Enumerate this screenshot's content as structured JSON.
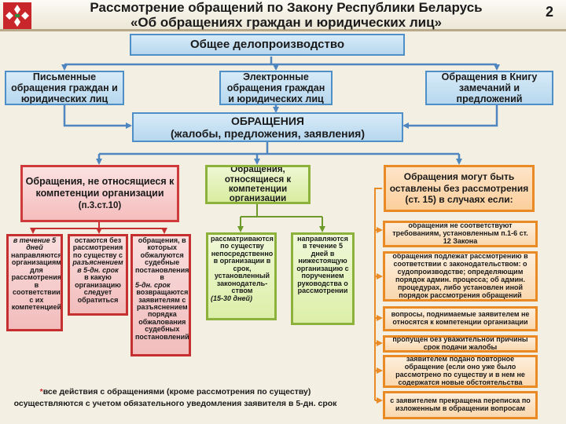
{
  "header": {
    "title_line1": "Рассмотрение обращений по Закону Республики Беларусь",
    "title_line2": "«Об обращениях граждан и юридических лиц»",
    "page_number": "2"
  },
  "top": {
    "general": "Общее делопроизводство",
    "written": "Письменные обращения граждан и юридических лиц",
    "electronic": "Электронные обращения граждан и юридических лиц",
    "book": "Обращения в Книгу замечаний и предложений",
    "appeals_title": "ОБРАЩЕНИЯ",
    "appeals_subtitle": "(жалобы, предложения, заявления)"
  },
  "red": {
    "head_text": "Обращения, не относящиеся к компетенции организации",
    "head_ref": "(п.3.ст.10)",
    "col1_a": "в течение 5 дней",
    "col1_b": "направляются организациям для рассмотрения в соответствии с их компетенцией",
    "col2_a": "остаются без рассмотрения по существу с",
    "col2_b": "разъяснением в 5-дн. срок",
    "col2_c": "в какую организацию следует обратиться",
    "col3_a": "обращения, в которых обжалуются судебные постановления в",
    "col3_b": "5-дн. срок",
    "col3_c": "возвращаются заявителям с разъяснением порядка обжалования судебных постановлений"
  },
  "green": {
    "head_text": "Обращения, относящиеся к компетенции организации",
    "col1_a": "рассматриваются по существу непосредственно в организации в срок, установленный законодатель-ством",
    "col1_b": "(15-30 дней)",
    "col2": "направляются в течение 5 дней в нижестоящую организацию с поручением руководства о рассмотрении"
  },
  "orange": {
    "head_text": "Обращения могут быть оставлены без рассмотрения (ст. 15) в случаях если:",
    "items": [
      "обращения не соответствуют требованиям, установленным п.1-6 ст. 12 Закона",
      "обращения подлежат рассмотрению в соответствии с законодательством: о судопроизводстве; определяющим порядок админ. процесса; об админ. процедурах, либо установлен иной порядок рассмотрения обращений",
      "вопросы, поднимаемые заявителем не относятся к компетенции организации",
      "пропущен без уважительной причины срок подачи жалобы",
      "заявителем подано повторное обращение (если оно уже было рассмотрено по существу и в нем не содержатся новые обстоятельства",
      "с заявителем прекращена переписка по изложенным в обращении вопросам"
    ]
  },
  "footnote": {
    "star": "*",
    "text": "все действия с обращениями (кроме рассмотрения по существу) осуществляются с учетом обязательного уведомления заявителя в 5-дн. срок"
  },
  "colors": {
    "blue": "#4d8fc6",
    "red": "#cf3a3a",
    "green": "#8cb23c",
    "orange": "#ea8a25",
    "connector": "#4f86bf"
  }
}
